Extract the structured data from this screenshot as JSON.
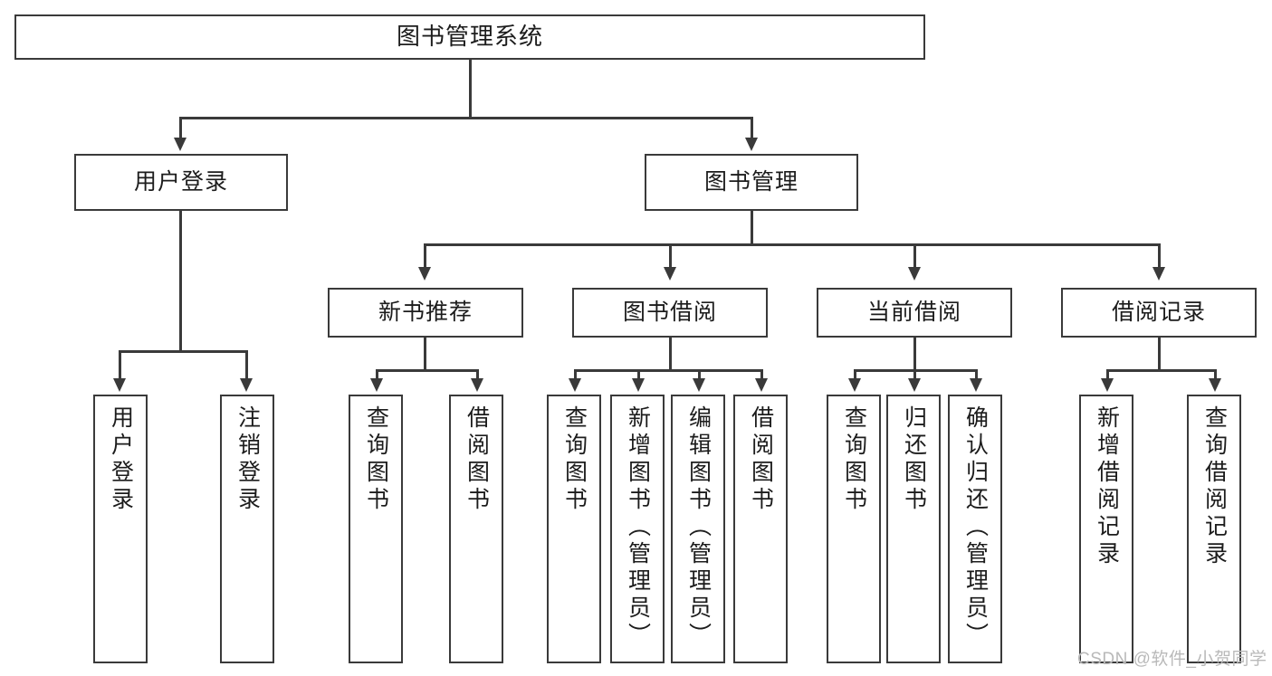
{
  "diagram": {
    "title": "图书管理系统",
    "type": "功能结构图",
    "root": {
      "label": "图书管理系统"
    },
    "level2": [
      {
        "label": "用户登录"
      },
      {
        "label": "图书管理"
      }
    ],
    "level3": [
      {
        "label": "新书推荐"
      },
      {
        "label": "图书借阅"
      },
      {
        "label": "当前借阅"
      },
      {
        "label": "借阅记录"
      }
    ],
    "leaves": {
      "user_login": [
        {
          "label": "用户登录"
        },
        {
          "label": "注销登录"
        }
      ],
      "new_book_recommend": [
        {
          "label": "查询图书"
        },
        {
          "label": "借阅图书"
        }
      ],
      "book_borrow": [
        {
          "label": "查询图书"
        },
        {
          "label": "新增图书（管理员）"
        },
        {
          "label": "编辑图书（管理员）"
        },
        {
          "label": "借阅图书"
        }
      ],
      "current_borrow": [
        {
          "label": "查询图书"
        },
        {
          "label": "归还图书"
        },
        {
          "label": "确认归还（管理员）"
        }
      ],
      "borrow_record": [
        {
          "label": "新增借阅记录"
        },
        {
          "label": "查询借阅记录"
        }
      ]
    }
  },
  "watermark": {
    "text": "CSDN @软件_小贺同学"
  },
  "colors": {
    "stroke": "#3a3a3a",
    "fill": "#ffffff",
    "text": "#1c1c1c",
    "watermark": "#b9b9b9"
  }
}
